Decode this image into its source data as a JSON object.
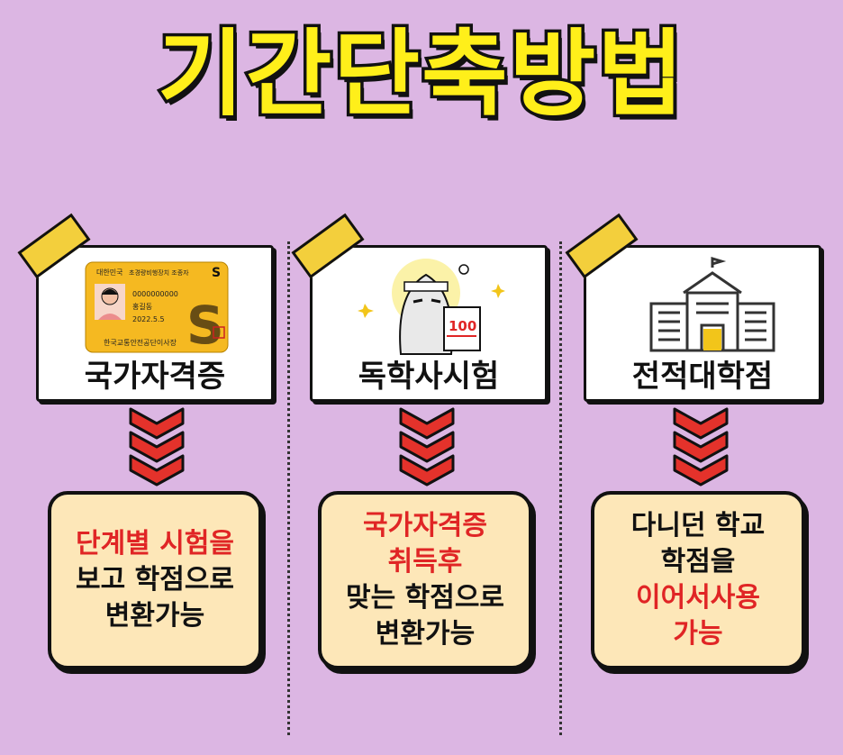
{
  "title": "기간단축방법",
  "columns": [
    {
      "label": "국가자격증",
      "card_text": {
        "line1": "대한민국",
        "line2": "초경량비행장치 조종자",
        "line3": "0000000000",
        "line4": "홍길동",
        "line5": "2022.5.5",
        "line6": "한국교통안전공단이사장",
        "badge": "S"
      },
      "result": [
        "단계별 시험을",
        "보고 학점으로",
        "변환가능"
      ]
    },
    {
      "label": "독학사시험",
      "score": "100",
      "result": [
        "국가자격증",
        "취득후",
        "맞는 학점으로",
        "변환가능"
      ]
    },
    {
      "label": "전적대학점",
      "result": [
        "다니던 학교",
        "학점을",
        "이어서사용",
        "가능"
      ]
    }
  ],
  "colors": {
    "background": "#dcb6e3",
    "title_fill": "#ffef1a",
    "tape": "#f3cf3c",
    "highlight": "#e02525",
    "box_fill": "#fde7b8"
  }
}
